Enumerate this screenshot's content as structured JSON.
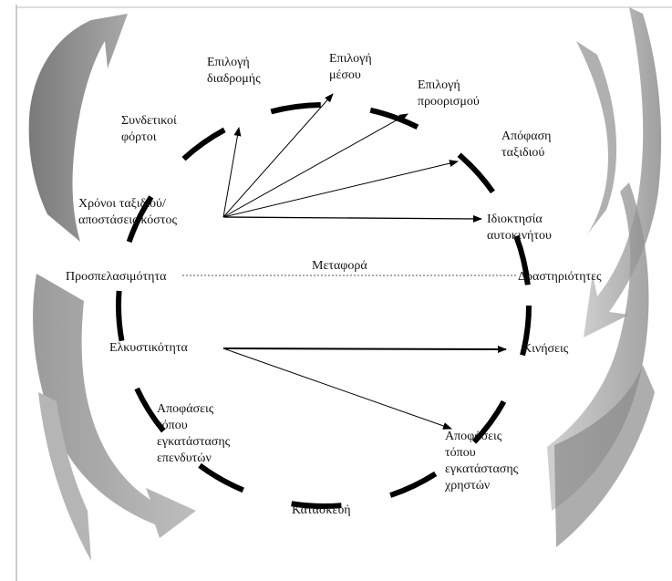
{
  "diagram": {
    "center_label": "Μεταφορά",
    "left_label": "Προσπελασιμότητα",
    "right_label": "Δραστηριότητες",
    "nodes": {
      "route_choice": "Επιλογή\nδιαδρομής",
      "mode_choice": "Επιλογή\nμέσου",
      "destination_choice": "Επιλογή\nπροορισμού",
      "trip_decision": "Απόφαση\nταξιδιού",
      "car_ownership": "Ιδιοκτησία\nαυτοκινήτου",
      "movements": "Κινήσεις",
      "user_location": "Αποφάσεις\nτόπου\nεγκατάστασης\nχρηστών",
      "construction": "Κατασκευή",
      "investor_location": "Αποφάσεις\nτόπου\nεγκατάστασης\nεπενδυτών",
      "attractiveness": "Ελκυστικότητα",
      "travel_costs": "Χρόνοι ταξιδιού/\nαποστάσεις/κόστος",
      "linked_loads": "Συνδετικοί\nφόρτοι"
    }
  }
}
